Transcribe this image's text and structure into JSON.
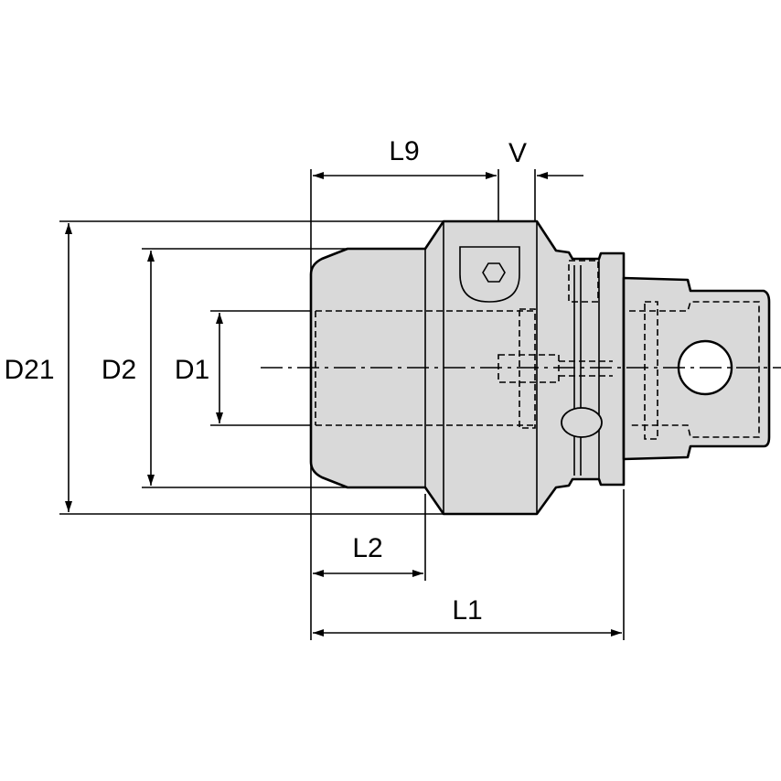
{
  "dimensions": {
    "d21": "D21",
    "d2": "D2",
    "d1": "D1",
    "l9": "L9",
    "v": "V",
    "l2": "L2",
    "l1": "L1"
  },
  "colors": {
    "body": "#d9d9d9",
    "line": "#000000"
  }
}
